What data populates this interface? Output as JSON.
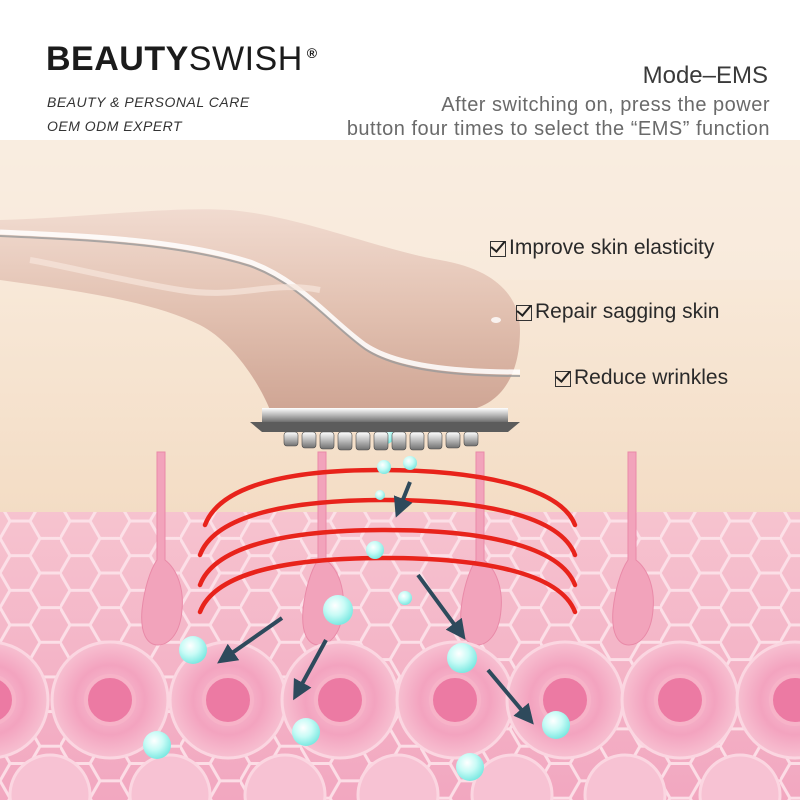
{
  "brand": {
    "bold": "BEAUTY",
    "light": "SWISH",
    "mark": "®"
  },
  "taglines": [
    "BEAUTY & PERSONAL CARE",
    "OEM ODM EXPERT"
  ],
  "mode_title": "Mode–EMS",
  "instructions": [
    "After switching on, press the power",
    "button four times to select the “EMS” function"
  ],
  "benefits": [
    "Improve skin elasticity",
    "Repair sagging skin",
    "Reduce wrinkles"
  ],
  "icons": {
    "check": "checkbox-check-icon"
  },
  "colors": {
    "skin_top": "#f7e3cf",
    "skin_pink": "#f3b6c8",
    "hex_line": "#fbe1e6",
    "cell_ring": "#f59fbd",
    "cell_core": "#ea6f9d",
    "follicle": "#f0a0b8",
    "wave_red": "#e8231b",
    "bubble": "#9ff4ee",
    "arrow": "#2e4a5c",
    "device_body": "#e7cbbd"
  }
}
